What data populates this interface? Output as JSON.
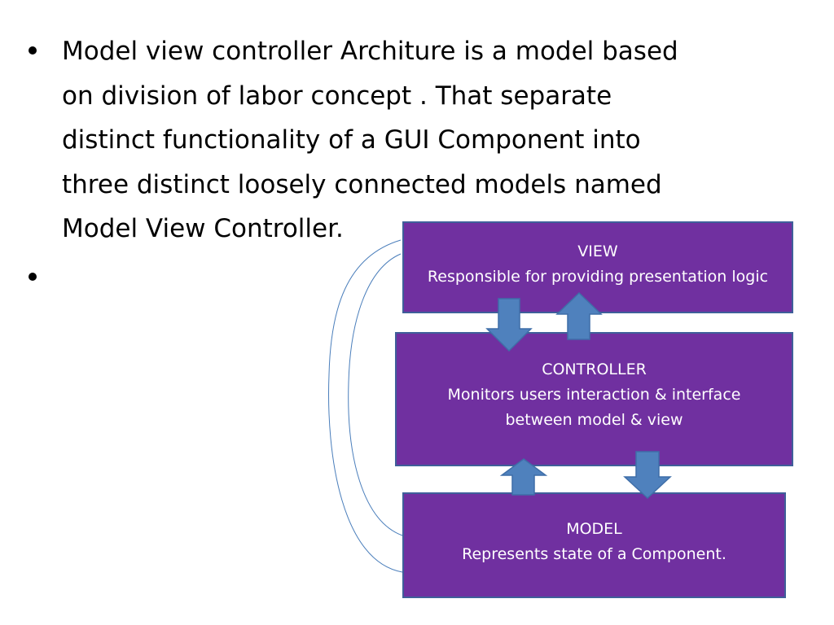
{
  "bullets": {
    "item1_lines": [
      "Model view controller Architure is a model based",
      "on division of labor concept . That separate",
      "distinct functionality of a GUI Component into",
      "three distinct loosely connected models named",
      "Model View Controller."
    ],
    "item2_text": ""
  },
  "diagram": {
    "view": {
      "title": "VIEW",
      "description": "Responsible for providing presentation logic"
    },
    "controller": {
      "title": "CONTROLLER",
      "description_line1": "Monitors users interaction & interface",
      "description_line2": "between model & view"
    },
    "model": {
      "title": "MODEL",
      "description": "Represents state of a Component."
    }
  },
  "colors": {
    "box_fill": "#7030a0",
    "box_border": "#3f5f9a",
    "arrow_fill": "#4f81bd",
    "arrow_stroke": "#3f6ea8",
    "connector": "#4a7ebb"
  }
}
